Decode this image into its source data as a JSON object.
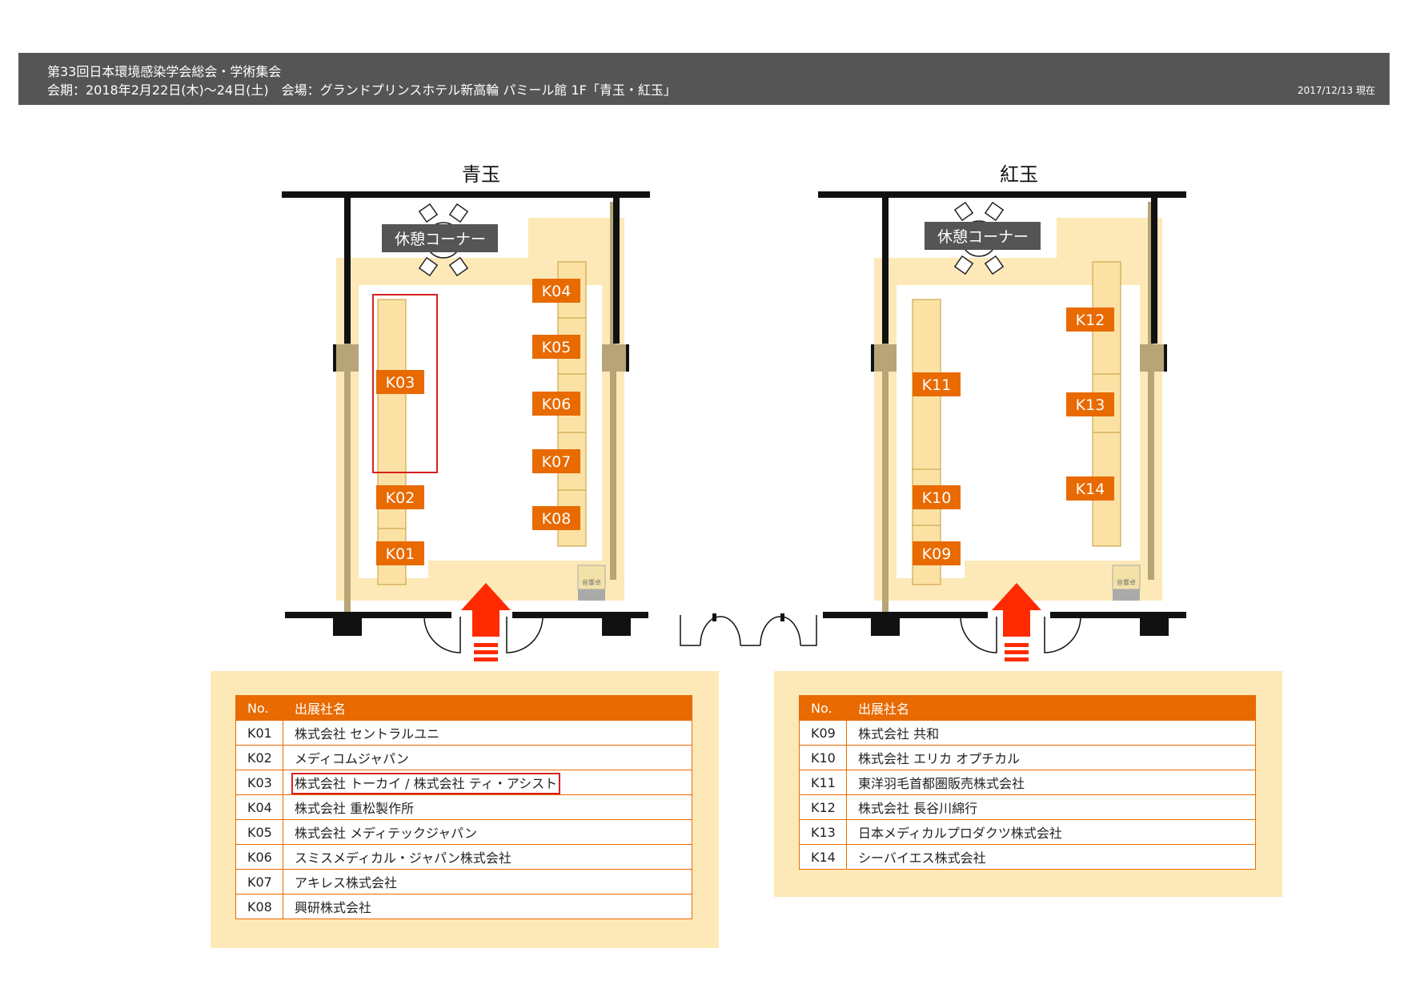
{
  "header": {
    "line1": "第33回日本環境感染学会総会・学術集会",
    "line2": "会期：2018年2月22日(木)〜24日(土)　会場：グランドプリンスホテル新高輪 パミール館 1F「青玉・紅玉」",
    "date": "2017/12/13 現在"
  },
  "rooms": {
    "left": {
      "name": "青玉",
      "lounge": "休憩コーナー",
      "sound": "音響卓"
    },
    "right": {
      "name": "紅玉",
      "lounge": "休憩コーナー",
      "sound": "音響卓"
    }
  },
  "booths": [
    "K01",
    "K02",
    "K03",
    "K04",
    "K05",
    "K06",
    "K07",
    "K08",
    "K09",
    "K10",
    "K11",
    "K12",
    "K13",
    "K14"
  ],
  "tables": {
    "col_no": "No.",
    "col_name": "出展社名",
    "left": [
      {
        "no": "K01",
        "name": "株式会社 セントラルユニ"
      },
      {
        "no": "K02",
        "name": "メディコムジャパン"
      },
      {
        "no": "K03",
        "name": "株式会社 トーカイ / 株式会社 ティ・アシスト"
      },
      {
        "no": "K04",
        "name": "株式会社 重松製作所"
      },
      {
        "no": "K05",
        "name": "株式会社 メディテックジャパン"
      },
      {
        "no": "K06",
        "name": "スミスメディカル・ジャパン株式会社"
      },
      {
        "no": "K07",
        "name": "アキレス株式会社"
      },
      {
        "no": "K08",
        "name": "興研株式会社"
      }
    ],
    "right": [
      {
        "no": "K09",
        "name": "株式会社 共和"
      },
      {
        "no": "K10",
        "name": "株式会社 エリカ オプチカル"
      },
      {
        "no": "K11",
        "name": "東洋羽毛首都圏販売株式会社"
      },
      {
        "no": "K12",
        "name": "株式会社 長谷川綿行"
      },
      {
        "no": "K13",
        "name": "日本メディカルプロダクツ株式会社"
      },
      {
        "no": "K14",
        "name": "シーバイエス株式会社"
      }
    ]
  },
  "colors": {
    "orange": "#e86a00",
    "cream": "#fde9b8",
    "stall": "#fbe2a4",
    "wall": "#111111",
    "pillar": "#b7a578",
    "arrow": "#ff2a00",
    "highlight": "#d62020"
  }
}
